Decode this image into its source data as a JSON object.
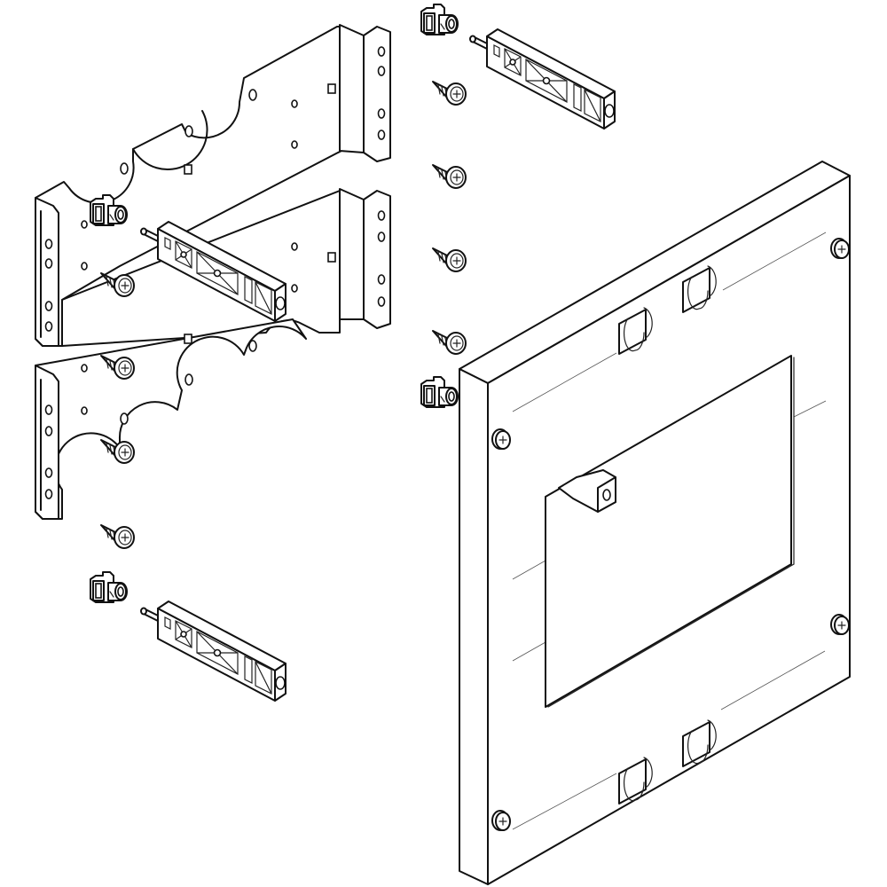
{
  "diagram": {
    "title": "Exploded assembly view: mounting brackets, latch bars, clips, screws and cover plate",
    "background": "#ffffff",
    "stroke_color": "#111111",
    "labels": []
  },
  "parts": {
    "bracket_upper": {
      "name": "Upper scalloped mounting bracket",
      "holes_flange": 4,
      "square_slots": 2
    },
    "bracket_middle": {
      "name": "Middle mounting bracket",
      "holes_flange": 4,
      "square_slots": 1
    },
    "bracket_lower": {
      "name": "Lower scalloped mounting bracket",
      "holes_flange": 4,
      "square_slots": 2
    },
    "latch_bars": {
      "name": "Latch bar",
      "count": 3
    },
    "snap_clips": {
      "name": "Snap-in clip",
      "count": 4
    },
    "screws": {
      "name": "Self-tapping pan head screw",
      "count": 8
    },
    "cover_plate": {
      "name": "Front cover plate with rectangular cut-out",
      "corner_screws": 4,
      "hinge_cams": 4
    }
  }
}
